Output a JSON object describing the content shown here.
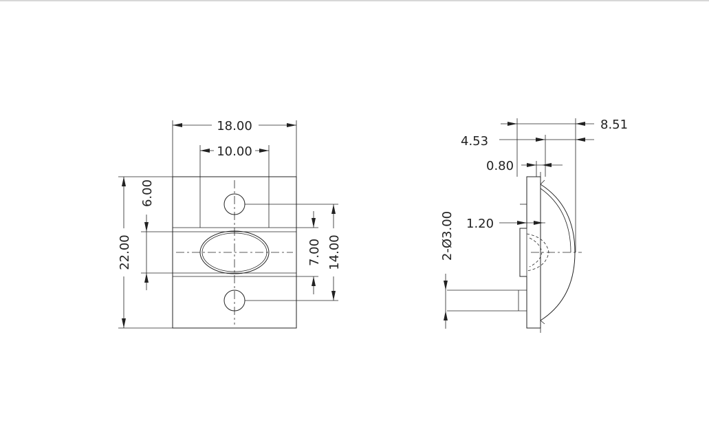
{
  "front_view": {
    "width_overall": "18.00",
    "width_inner": "10.00",
    "height_overall": "22.00",
    "offset_top": "6.00",
    "inner_height": "7.00",
    "hole_spacing": "14.00"
  },
  "side_view": {
    "depth_total": "8.51",
    "depth_offset": "4.53",
    "plate_thickness": "0.80",
    "step_thickness": "1.20",
    "hole_callout": "2-Ø3.00"
  }
}
